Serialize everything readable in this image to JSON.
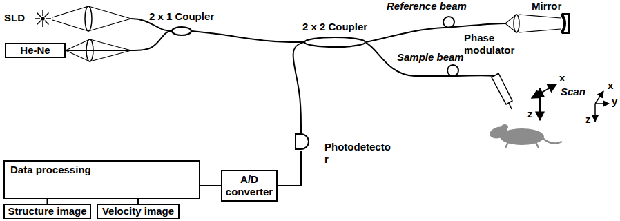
{
  "diagram": {
    "nodes": [
      {
        "text": [
          "He-Ne"
        ]
      },
      {
        "text": [
          "2 x 1 Coupler"
        ]
      },
      {
        "text": [
          "2 x 2 Coupler"
        ]
      },
      {
        "text": [
          "Photodetecto r"
        ]
      },
      {
        "text": [
          "A/D converter"
        ]
      },
      {
        "text": [
          "Data processing"
        ]
      },
      {
        "text": [
          "Structure image"
        ]
      },
      {
        "text": [
          "Velocity image"
        ]
      }
    ],
    "edges": [
      {
        "from": 0,
        "to": 1,
        "arrow": "none"
      },
      {
        "from": 1,
        "to": 2,
        "arrow": "none"
      },
      {
        "from": 2,
        "to": 3,
        "arrow": "none"
      },
      {
        "from": 3,
        "to": 4,
        "arrow": "none"
      },
      {
        "from": 4,
        "to": 5,
        "arrow": "none"
      },
      {
        "from": 5,
        "to": 6,
        "arrow": "none"
      },
      {
        "from": 5,
        "to": 7,
        "arrow": "none"
      }
    ],
    "labels": [
      "SLD",
      "Reference beam",
      "Mirror",
      "Phase modulator",
      "Sample beam",
      "x",
      "Scan",
      "z",
      "x",
      "y",
      "z"
    ]
  }
}
